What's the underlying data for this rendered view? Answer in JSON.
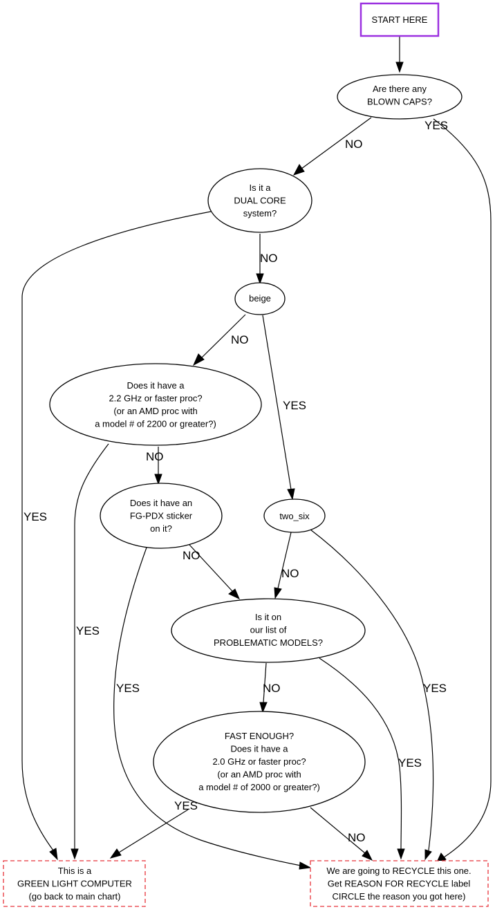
{
  "diagram": {
    "type": "flowchart",
    "colors": {
      "start_border": "#9b30e0",
      "terminal_border": "#e8333a",
      "edge": "#000000"
    },
    "nodes": {
      "start": {
        "lines": [
          "START HERE"
        ],
        "shape": "box"
      },
      "blown_caps": {
        "lines": [
          "Are there any",
          "BLOWN CAPS?"
        ],
        "shape": "ellipse"
      },
      "dual_core": {
        "lines": [
          "Is it a",
          "DUAL CORE",
          "system?"
        ],
        "shape": "ellipse"
      },
      "beige": {
        "lines": [
          "beige"
        ],
        "shape": "ellipse"
      },
      "ghz22": {
        "lines": [
          "Does it have a",
          "2.2 GHz or faster proc?",
          "(or an AMD proc with",
          "a model # of 2200 or greater?)"
        ],
        "shape": "ellipse"
      },
      "fgpdx": {
        "lines": [
          "Does it have an",
          "FG-PDX sticker",
          "on it?"
        ],
        "shape": "ellipse"
      },
      "two_six": {
        "lines": [
          "two_six"
        ],
        "shape": "ellipse"
      },
      "problematic": {
        "lines": [
          "Is it on",
          "our list of",
          "PROBLEMATIC MODELS?"
        ],
        "shape": "ellipse"
      },
      "fast_enough": {
        "lines": [
          "FAST ENOUGH?",
          "Does it have a",
          "2.0 GHz or faster proc?",
          "(or an AMD proc with",
          "a model # of 2000 or greater?)"
        ],
        "shape": "ellipse"
      },
      "green": {
        "lines": [
          "This is a",
          "GREEN LIGHT COMPUTER",
          "(go back to main chart)"
        ],
        "shape": "dashed-box"
      },
      "recycle": {
        "lines": [
          "We are going to RECYCLE this one.",
          "Get REASON FOR RECYCLE label",
          "CIRCLE the reason you got here)"
        ],
        "shape": "dashed-box"
      }
    },
    "edges": [
      {
        "id": "start-blown",
        "from": "start",
        "to": "blown_caps",
        "label": ""
      },
      {
        "id": "blown-dual",
        "from": "blown_caps",
        "to": "dual_core",
        "label": "NO"
      },
      {
        "id": "blown-recycle",
        "from": "blown_caps",
        "to": "recycle",
        "label": "YES"
      },
      {
        "id": "dual-beige",
        "from": "dual_core",
        "to": "beige",
        "label": "NO"
      },
      {
        "id": "dual-green",
        "from": "dual_core",
        "to": "green",
        "label": "YES"
      },
      {
        "id": "beige-ghz22",
        "from": "beige",
        "to": "ghz22",
        "label": "NO"
      },
      {
        "id": "beige-twosix",
        "from": "beige",
        "to": "two_six",
        "label": "YES"
      },
      {
        "id": "ghz22-fgpdx",
        "from": "ghz22",
        "to": "fgpdx",
        "label": "NO"
      },
      {
        "id": "ghz22-green",
        "from": "ghz22",
        "to": "green",
        "label": "YES"
      },
      {
        "id": "fgpdx-problematic",
        "from": "fgpdx",
        "to": "problematic",
        "label": "NO"
      },
      {
        "id": "fgpdx-recycle",
        "from": "fgpdx",
        "to": "recycle",
        "label": "YES"
      },
      {
        "id": "twosix-problematic",
        "from": "two_six",
        "to": "problematic",
        "label": "NO"
      },
      {
        "id": "twosix-recycle",
        "from": "two_six",
        "to": "recycle",
        "label": "YES"
      },
      {
        "id": "problematic-fast",
        "from": "problematic",
        "to": "fast_enough",
        "label": "NO"
      },
      {
        "id": "problematic-recycle",
        "from": "problematic",
        "to": "recycle",
        "label": "YES"
      },
      {
        "id": "fast-green",
        "from": "fast_enough",
        "to": "green",
        "label": "YES"
      },
      {
        "id": "fast-recycle",
        "from": "fast_enough",
        "to": "recycle",
        "label": "NO"
      }
    ]
  }
}
